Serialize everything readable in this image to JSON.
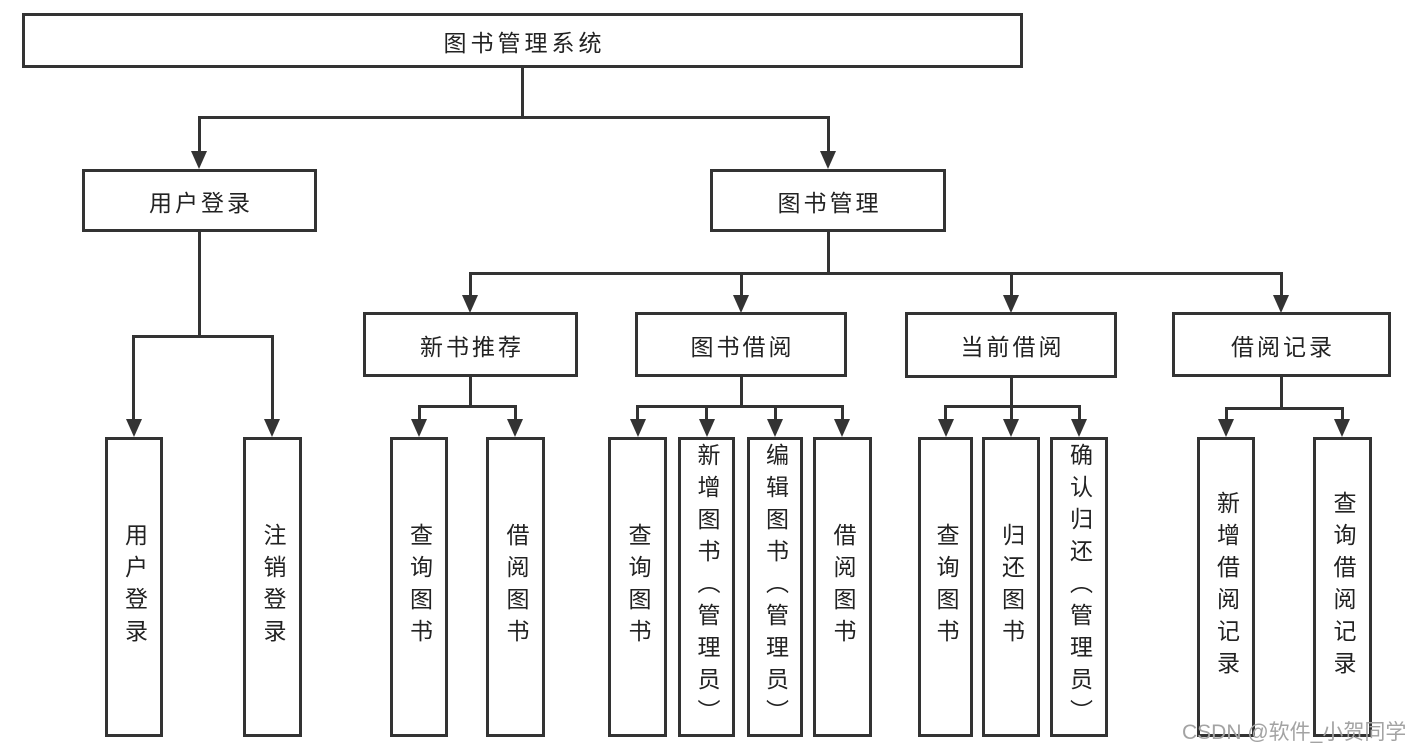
{
  "tree": {
    "root": {
      "label": "图书管理系统",
      "children": [
        {
          "label": "用户登录",
          "children": [
            {
              "label": "用户登录"
            },
            {
              "label": "注销登录"
            }
          ]
        },
        {
          "label": "图书管理",
          "children": [
            {
              "label": "新书推荐",
              "children": [
                {
                  "label": "查询图书"
                },
                {
                  "label": "借阅图书"
                }
              ]
            },
            {
              "label": "图书借阅",
              "children": [
                {
                  "label": "查询图书"
                },
                {
                  "label": "新增图书（管理员）"
                },
                {
                  "label": "编辑图书（管理员）"
                },
                {
                  "label": "借阅图书"
                }
              ]
            },
            {
              "label": "当前借阅",
              "children": [
                {
                  "label": "查询图书"
                },
                {
                  "label": "归还图书"
                },
                {
                  "label": "确认归还（管理员）"
                }
              ]
            },
            {
              "label": "借阅记录",
              "children": [
                {
                  "label": "新增借阅记录"
                },
                {
                  "label": "查询借阅记录"
                }
              ]
            }
          ]
        }
      ]
    }
  },
  "watermark": {
    "text": "CSDN @软件_小贺同学"
  },
  "colors": {
    "line": "#333333",
    "box_border": "#333333",
    "text": "#222222",
    "background": "#ffffff",
    "watermark": "#a3a3a3"
  }
}
